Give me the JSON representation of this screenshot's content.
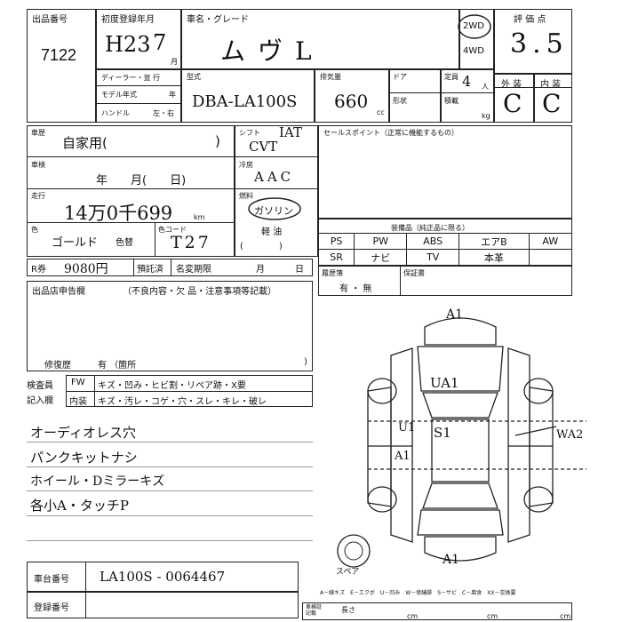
{
  "header": {
    "lot_no_label": "出品番号",
    "lot_no": "7122",
    "first_reg_label": "初度登録年月",
    "first_reg_era_year": "H23",
    "first_reg_month": "7",
    "first_reg_month_unit": "月",
    "car_name_label": "車名・グレード",
    "car_name": "ムヴL",
    "drive_2wd": "2WD",
    "drive_4wd": "4WD",
    "score_label": "評 価 点",
    "score": "3.5"
  },
  "row2": {
    "dealer_label": "ディーラー・並 行",
    "model_year_label": "モデル年式",
    "model_year_unit": "年",
    "handle_label": "ハンドル",
    "handle_opts": "左・右",
    "type_label": "型式",
    "type_value": "DBA-LA100S",
    "displacement_label": "排気量",
    "displacement_value": "660",
    "displacement_unit": "cc",
    "doors_label": "ドア",
    "shape_label": "形状",
    "capacity_label": "定員",
    "capacity_value": "4",
    "capacity_unit": "人",
    "load_label": "積載",
    "load_unit": "kg",
    "exterior_label": "外 装",
    "interior_label": "内 装",
    "exterior_grade": "C",
    "interior_grade": "C"
  },
  "vehicle": {
    "usage_label": "車歴",
    "usage_value": "自家用(",
    "usage_close": ")",
    "inspection_label": "車検",
    "inspection_value": "年　　月(　　日)",
    "mileage_label": "走行",
    "mileage_value": "14万0千699",
    "mileage_unit": "km",
    "color_label": "色",
    "color_value": "ゴールド",
    "color_change_label": "色替",
    "color_code_label": "色コード",
    "color_code_value": "T27",
    "shift_label": "シフト",
    "shift_value": "IAT",
    "shift_value2": "CVT",
    "ac_label": "冷房",
    "ac_value": "AAC",
    "fuel_label": "燃料",
    "fuel_value": "ガソリン",
    "fuel_alt": "軽 油",
    "fuel_paren": "(　　　　)"
  },
  "sales_point": {
    "label": "セールスポイント（正常に機能するもの）"
  },
  "equipment": {
    "label": "装備品（純正品に限る）",
    "rows": [
      [
        "PS",
        "PW",
        "ABS",
        "エアB",
        "AW"
      ],
      [
        "SR",
        "ナビ",
        "TV",
        "本革",
        ""
      ]
    ]
  },
  "recycle": {
    "label": "R券",
    "value": "9080円",
    "deposit_label": "預託済",
    "name_deadline_label": "名変期限",
    "month_unit": "月",
    "day_unit": "日"
  },
  "history": {
    "label": "履歴簿",
    "opts": "有 ・ 無",
    "warranty_label": "保証書"
  },
  "report": {
    "label": "出品店申告欄",
    "sub_label": "（不良内容・欠 品・注意事項等記載）",
    "repair_label": "修復歴",
    "repair_value": "有 （箇所",
    "repair_close": ")"
  },
  "inspector": {
    "label1": "検査員",
    "label2": "記入欄",
    "fw_label": "FW",
    "fw_items": "キズ・凹み・ヒビ割・リペア跡・X要",
    "in_label": "内装",
    "in_items": "キズ・汚レ・コゲ・穴・スレ・キレ・破レ"
  },
  "notes": [
    "オーディオレス穴",
    "パンクキットナシ",
    "ホイール・Dミラーキズ",
    "各小A・タッチP"
  ],
  "diagram": {
    "labels": [
      "A1",
      "UA1",
      "U1",
      "S1",
      "A1",
      "A1",
      "WA2"
    ],
    "spare_label": "スペア",
    "legend": "A－線キズ　E－エクボ　U－凹み　W－修繕跡　S－サビ　C－腐食　XX－交換要"
  },
  "chassis": {
    "label": "車台番号",
    "value": "LA100S - 0064467"
  },
  "registration": {
    "label": "登録番号"
  },
  "footer": {
    "cell1": "車検証\n記載",
    "cell2": "長さ",
    "unit": "cm"
  }
}
